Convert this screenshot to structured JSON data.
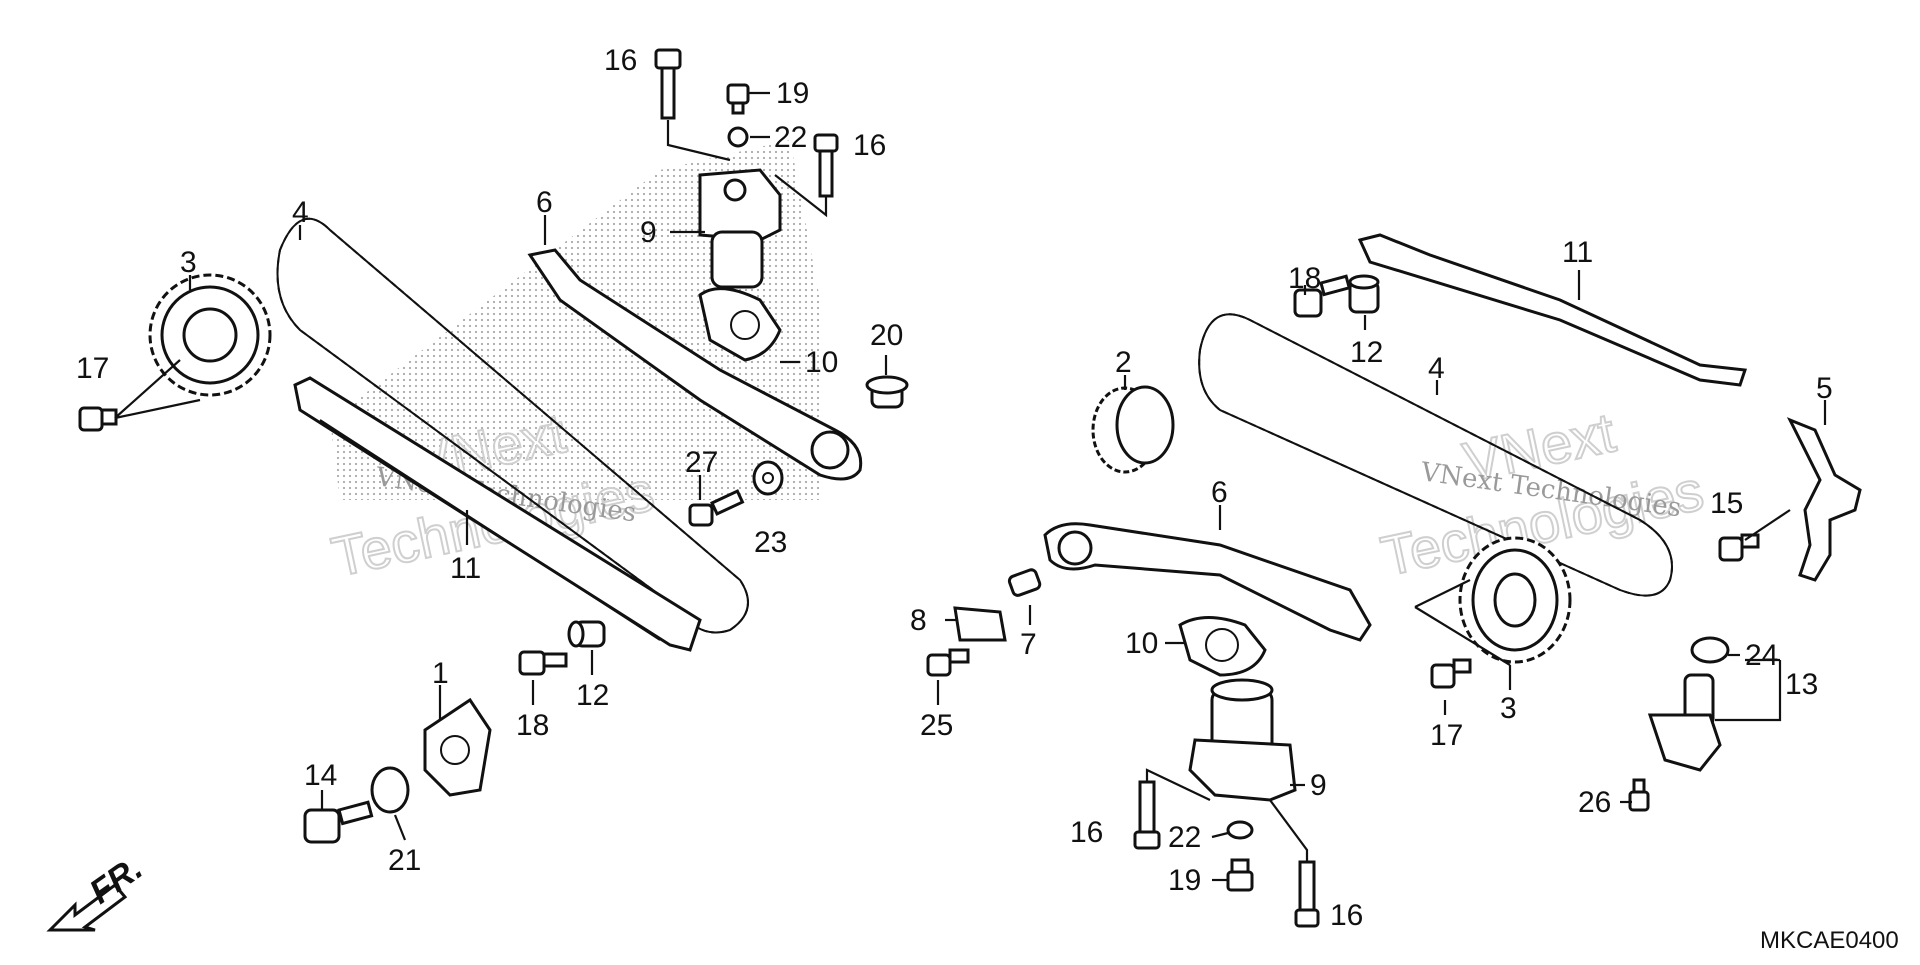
{
  "diagram": {
    "code": "MKCAE0400",
    "direction_label": "FR.",
    "watermark": {
      "line1": "VNext",
      "line2": "Technologies",
      "small": "VNext Technologies"
    },
    "labels": {
      "l1": "1",
      "l2": "2",
      "l3a": "3",
      "l3b": "3",
      "l4a": "4",
      "l4b": "4",
      "l5": "5",
      "l6a": "6",
      "l6b": "6",
      "l7": "7",
      "l8": "8",
      "l9a": "9",
      "l9b": "9",
      "l10a": "10",
      "l10b": "10",
      "l11a": "11",
      "l11b": "11",
      "l12a": "12",
      "l12b": "12",
      "l13": "13",
      "l14": "14",
      "l15": "15",
      "l16a": "16",
      "l16b": "16",
      "l16c": "16",
      "l16d": "16",
      "l17a": "17",
      "l17b": "17",
      "l18a": "18",
      "l18b": "18",
      "l19a": "19",
      "l19b": "19",
      "l20": "20",
      "l21": "21",
      "l22a": "22",
      "l22b": "22",
      "l23": "23",
      "l24": "24",
      "l25": "25",
      "l26": "26",
      "l27": "27"
    }
  }
}
